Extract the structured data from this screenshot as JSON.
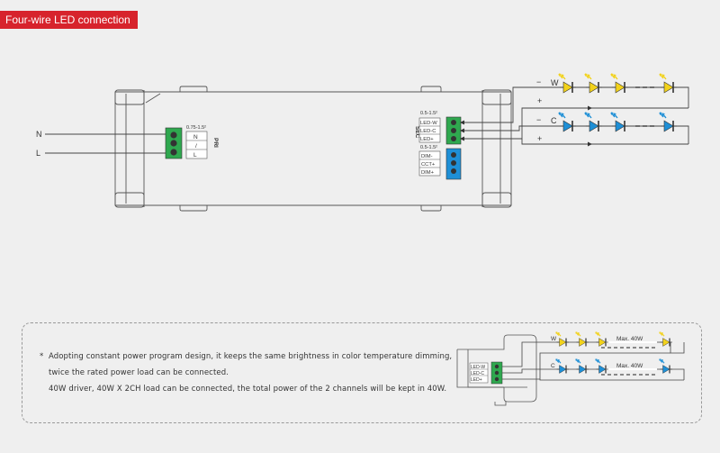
{
  "section_title": "Four-wire LED connection",
  "mains": {
    "n": "N",
    "l": "L"
  },
  "pri": {
    "spec": "0.75-1.5²",
    "terminals": [
      "N",
      "/",
      "L"
    ],
    "label": "PRI"
  },
  "sec": {
    "spec_top": "0.5-1.5²",
    "label": "SEC",
    "led_terminals": [
      "LED-W",
      "LED-C",
      "LED+"
    ],
    "spec_bottom": "0.5-1.5²",
    "dim_terminals": [
      "DIM-",
      "CCT+",
      "DIM+"
    ]
  },
  "channels": {
    "w": {
      "letter": "W",
      "minus": "−",
      "plus": "+",
      "color": "#f2d21b"
    },
    "c": {
      "letter": "C",
      "minus": "−",
      "plus": "+",
      "color": "#1e8fd6"
    }
  },
  "notes": [
    "Adopting constant power program design, it keeps the same brightness in color temperature dimming,",
    "twice the rated power load can be connected.",
    "40W driver, 40W X 2CH load can be connected, the total power of the 2 channels will be kept in 40W."
  ],
  "note_bullet": "*",
  "mini": {
    "w_letter": "W",
    "c_letter": "C",
    "max_w": "Max. 40W",
    "max_c": "Max. 40W",
    "terminals": [
      "LED-W",
      "LED-C",
      "LED+"
    ]
  },
  "colors": {
    "accent": "#d7232c",
    "led_warm": "#f2d21b",
    "led_cool": "#1e8fd6",
    "terminal_green": "#2fa84f"
  }
}
